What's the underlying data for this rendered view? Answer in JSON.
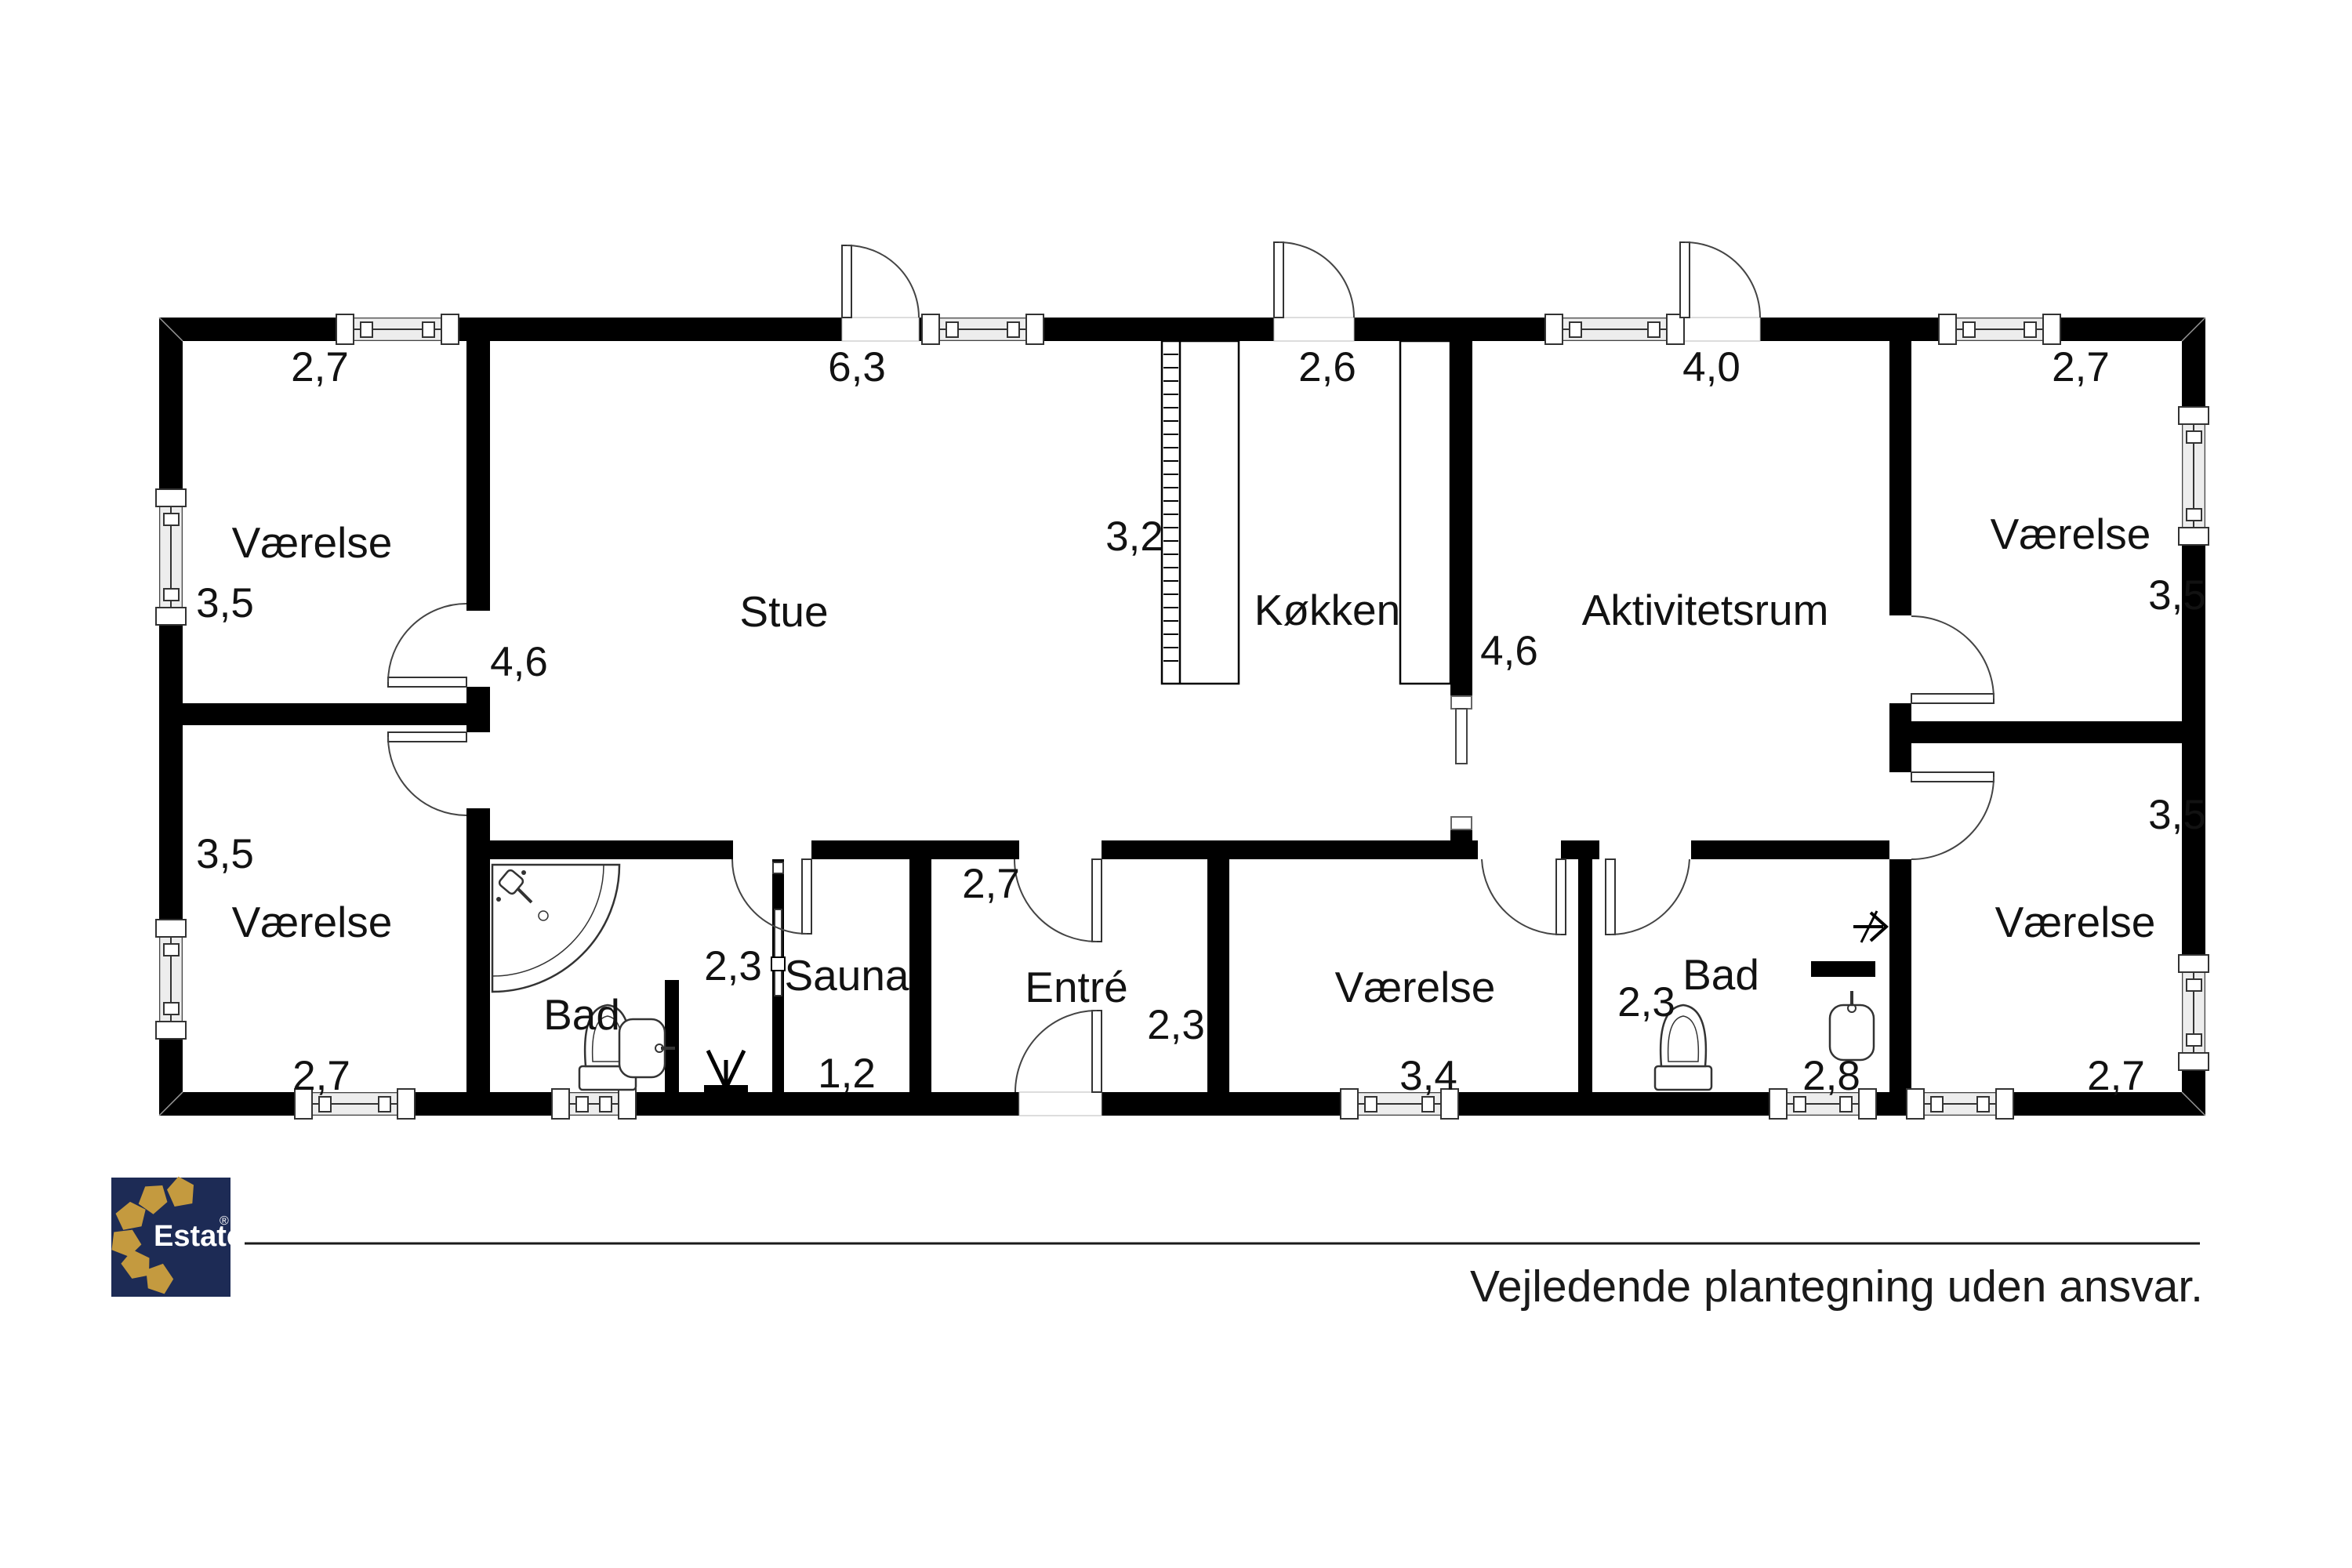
{
  "plan": {
    "rooms": {
      "nw": {
        "name": "Værelse",
        "width": "2,7",
        "height": "3,5"
      },
      "sw": {
        "name": "Værelse",
        "width": "2,7",
        "height": "3,5"
      },
      "stue": {
        "name": "Stue",
        "width": "6,3",
        "height": "4,6"
      },
      "kokken": {
        "name": "Køkken",
        "width": "2,6",
        "depth": "3,2"
      },
      "aktivitetsrum": {
        "name": "Aktivitetsrum",
        "width": "4,0",
        "height": "4,6"
      },
      "ne": {
        "name": "Værelse",
        "width": "2,7",
        "height": "3,5"
      },
      "se": {
        "name": "Værelse",
        "width": "2,7",
        "height": "3,5"
      },
      "bad_vest": {
        "name": "Bad",
        "hall_width": "2,3"
      },
      "sauna": {
        "name": "Sauna",
        "width": "1,2"
      },
      "entre": {
        "name": "Entré",
        "width": "2,7",
        "height": "2,3"
      },
      "syd": {
        "name": "Værelse",
        "width": "3,4"
      },
      "bad_ost": {
        "name": "Bad",
        "width": "2,8",
        "height": "2,3"
      }
    }
  },
  "footer": {
    "logo": {
      "text": "Estate",
      "registered": "®"
    },
    "disclaimer": "Vejledende plantegning uden ansvar."
  },
  "colors": {
    "wall": "#000000",
    "logo_bg": "#1d2b55",
    "logo_gold": "#c49a3f",
    "text": "#121212",
    "window_fill": "#ededed"
  }
}
